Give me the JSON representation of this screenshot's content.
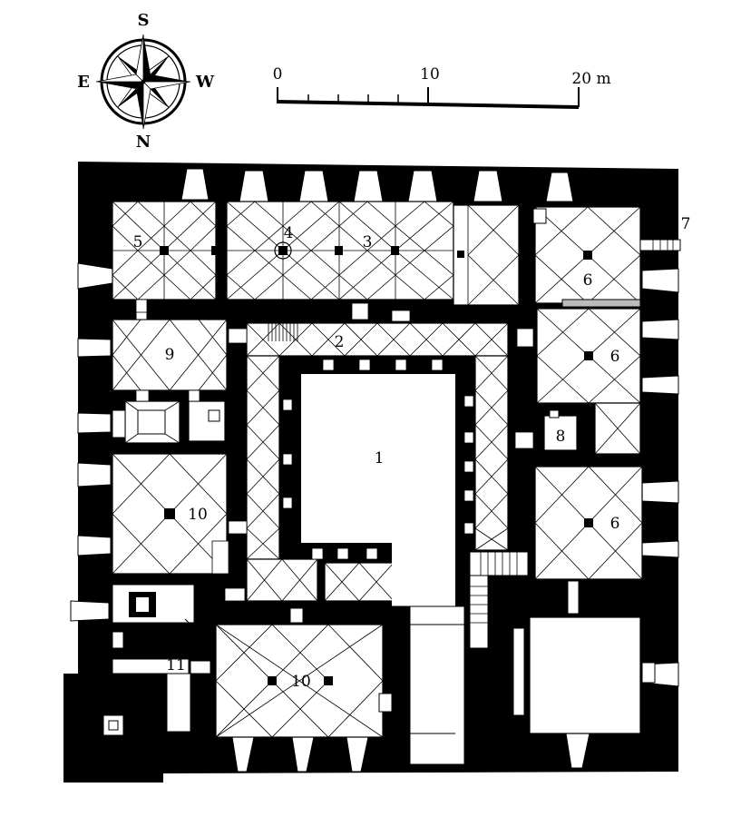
{
  "compass": {
    "north": "N",
    "south": "S",
    "east": "E",
    "west": "W"
  },
  "scale": {
    "ticks": [
      "0",
      "10",
      "20 m"
    ]
  },
  "rooms": [
    {
      "id": "1",
      "label": "1"
    },
    {
      "id": "2",
      "label": "2"
    },
    {
      "id": "3",
      "label": "3"
    },
    {
      "id": "4",
      "label": "4"
    },
    {
      "id": "5",
      "label": "5"
    },
    {
      "id": "6a",
      "label": "6"
    },
    {
      "id": "6b",
      "label": "6"
    },
    {
      "id": "6c",
      "label": "6"
    },
    {
      "id": "7",
      "label": "7"
    },
    {
      "id": "8",
      "label": "8"
    },
    {
      "id": "9",
      "label": "9"
    },
    {
      "id": "10a",
      "label": "10"
    },
    {
      "id": "10b",
      "label": "10"
    },
    {
      "id": "11",
      "label": "11"
    }
  ]
}
